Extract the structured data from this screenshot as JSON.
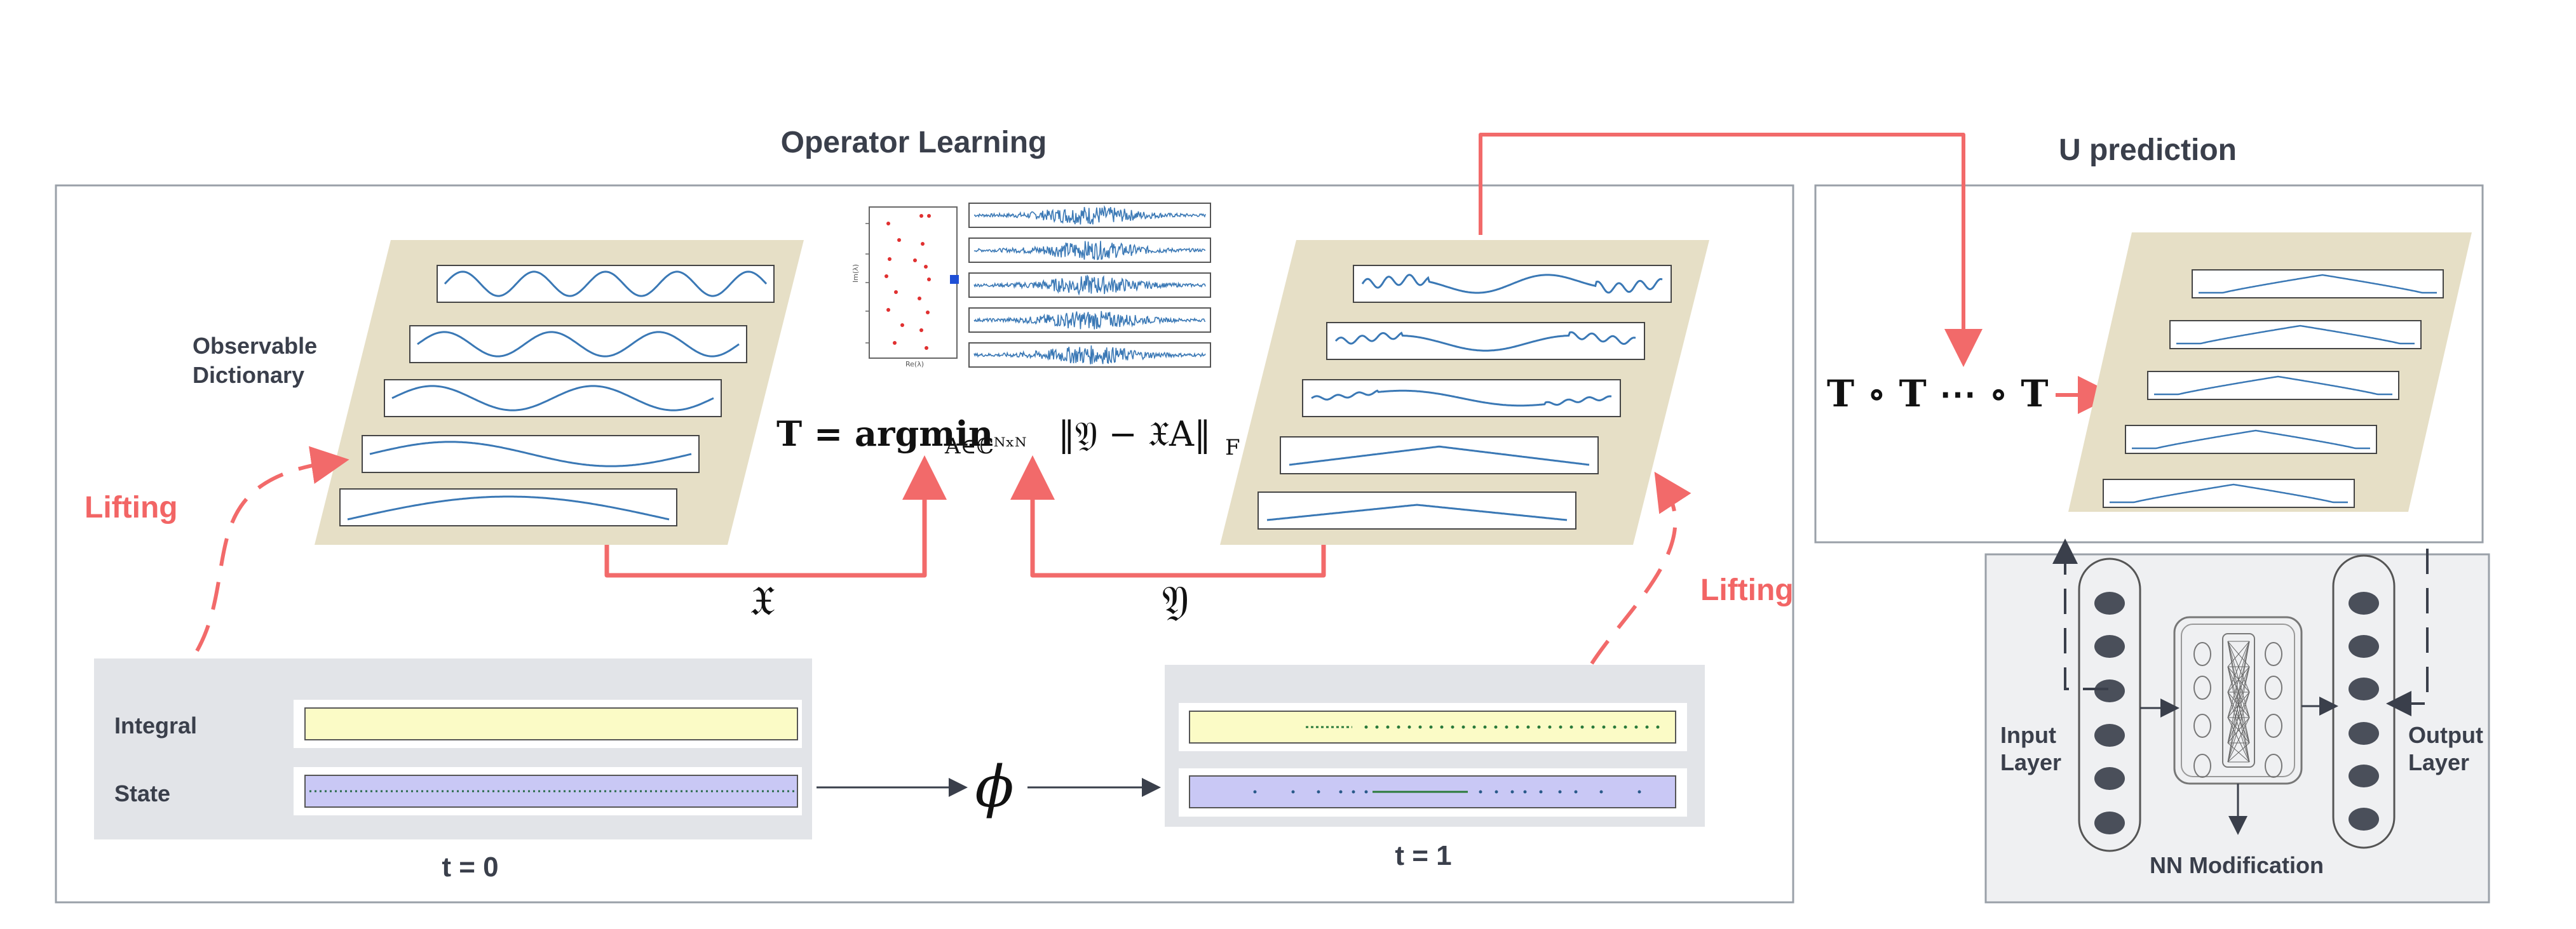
{
  "titles": {
    "operator_learning": "Operator Learning",
    "u_prediction": "U prediction"
  },
  "labels": {
    "observable": "Observable",
    "dictionary": "Dictionary",
    "lifting_left": "Lifting",
    "lifting_right": "Lifting",
    "integral": "Integral",
    "state": "State",
    "t0": "t = 0",
    "t1": "t = 1",
    "phi": "ϕ",
    "frak_x": "𝔛",
    "frak_y": "𝔜",
    "input_layer_1": "Input",
    "input_layer_2": "Layer",
    "output_layer_1": "Output",
    "output_layer_2": "Layer",
    "nn_modification": "NN Modification"
  },
  "equations": {
    "operator": "T = argmin",
    "operator_sub": "A∈ℂᴺˣᴺ",
    "operator_norm": "‖𝔜 − 𝔛A‖",
    "operator_norm_sub": "F",
    "composition": "T ∘ T ⋯ ∘ T"
  },
  "colors": {
    "panel_beige": "#e6dfc6",
    "curve_blue": "#3a78b5",
    "arrow_red": "#f26a6a",
    "integral_fill": "#fbfbc6",
    "state_fill": "#c9c8f5",
    "state_panel": "#e2e4e8",
    "nn_panel": "#eff0f2",
    "border_grey": "#9aa0a8"
  }
}
